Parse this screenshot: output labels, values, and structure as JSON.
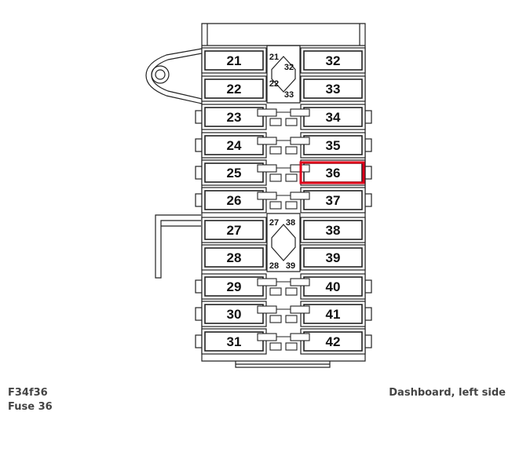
{
  "diagram": {
    "fuses_left": [
      "21",
      "22",
      "23",
      "24",
      "25",
      "26",
      "27",
      "28",
      "29",
      "30",
      "31"
    ],
    "fuses_right": [
      "32",
      "33",
      "34",
      "35",
      "36",
      "37",
      "38",
      "39",
      "40",
      "41",
      "42"
    ],
    "relay_labels": {
      "upper": [
        "21",
        "32",
        "22",
        "33"
      ],
      "lower": [
        "27",
        "38",
        "28",
        "39"
      ]
    },
    "highlighted_fuse": "36",
    "highlight_color": "#e0001a"
  },
  "caption": {
    "code": "F34f36",
    "fuse": "Fuse 36",
    "location": "Dashboard, left side"
  }
}
